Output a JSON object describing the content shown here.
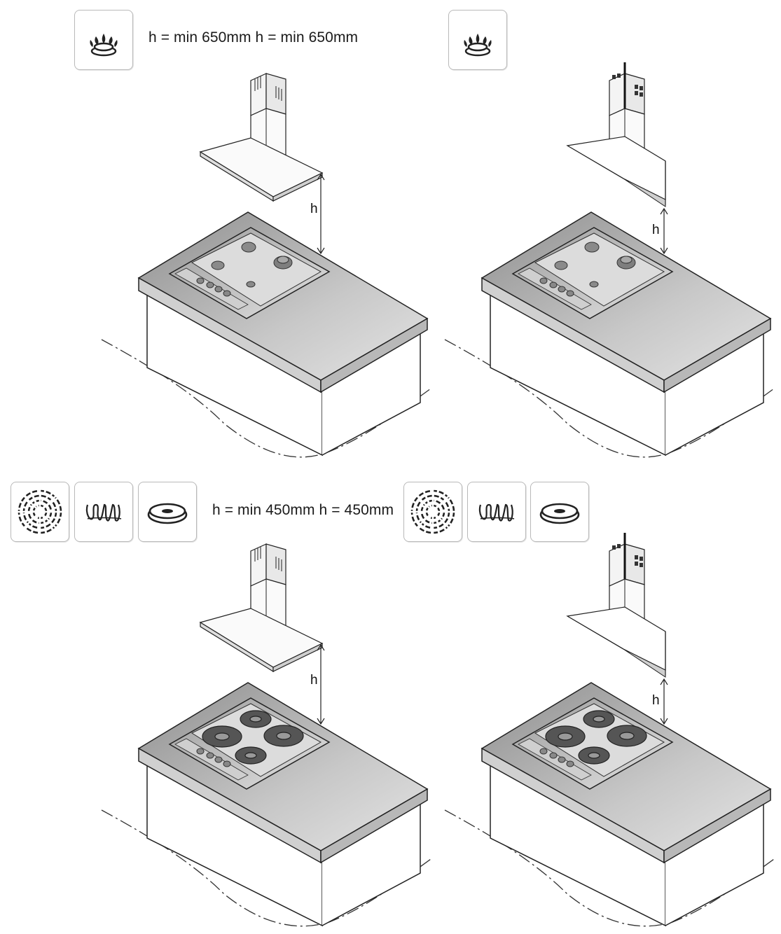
{
  "sections": [
    {
      "id": "gas",
      "requirement": "h = min 650mm h = min 650mm",
      "panels": [
        {
          "hood": "chimney-hood",
          "hob": "gas-hob",
          "dimension_label": "h"
        },
        {
          "hood": "angled-glass-hood",
          "hob": "gas-hob",
          "dimension_label": "h"
        }
      ],
      "icons": [
        "gas-burner-icon",
        "gas-burner-icon"
      ]
    },
    {
      "id": "electric",
      "requirement": "h = min 450mm h = 450mm",
      "panels": [
        {
          "hood": "chimney-hood",
          "hob": "electric-hob",
          "dimension_label": "h"
        },
        {
          "hood": "angled-glass-hood",
          "hob": "electric-hob",
          "dimension_label": "h"
        }
      ],
      "icons": [
        "induction-icon",
        "radiant-coil-icon",
        "solid-plate-icon",
        "induction-icon",
        "radiant-coil-icon",
        "solid-plate-icon"
      ]
    }
  ]
}
